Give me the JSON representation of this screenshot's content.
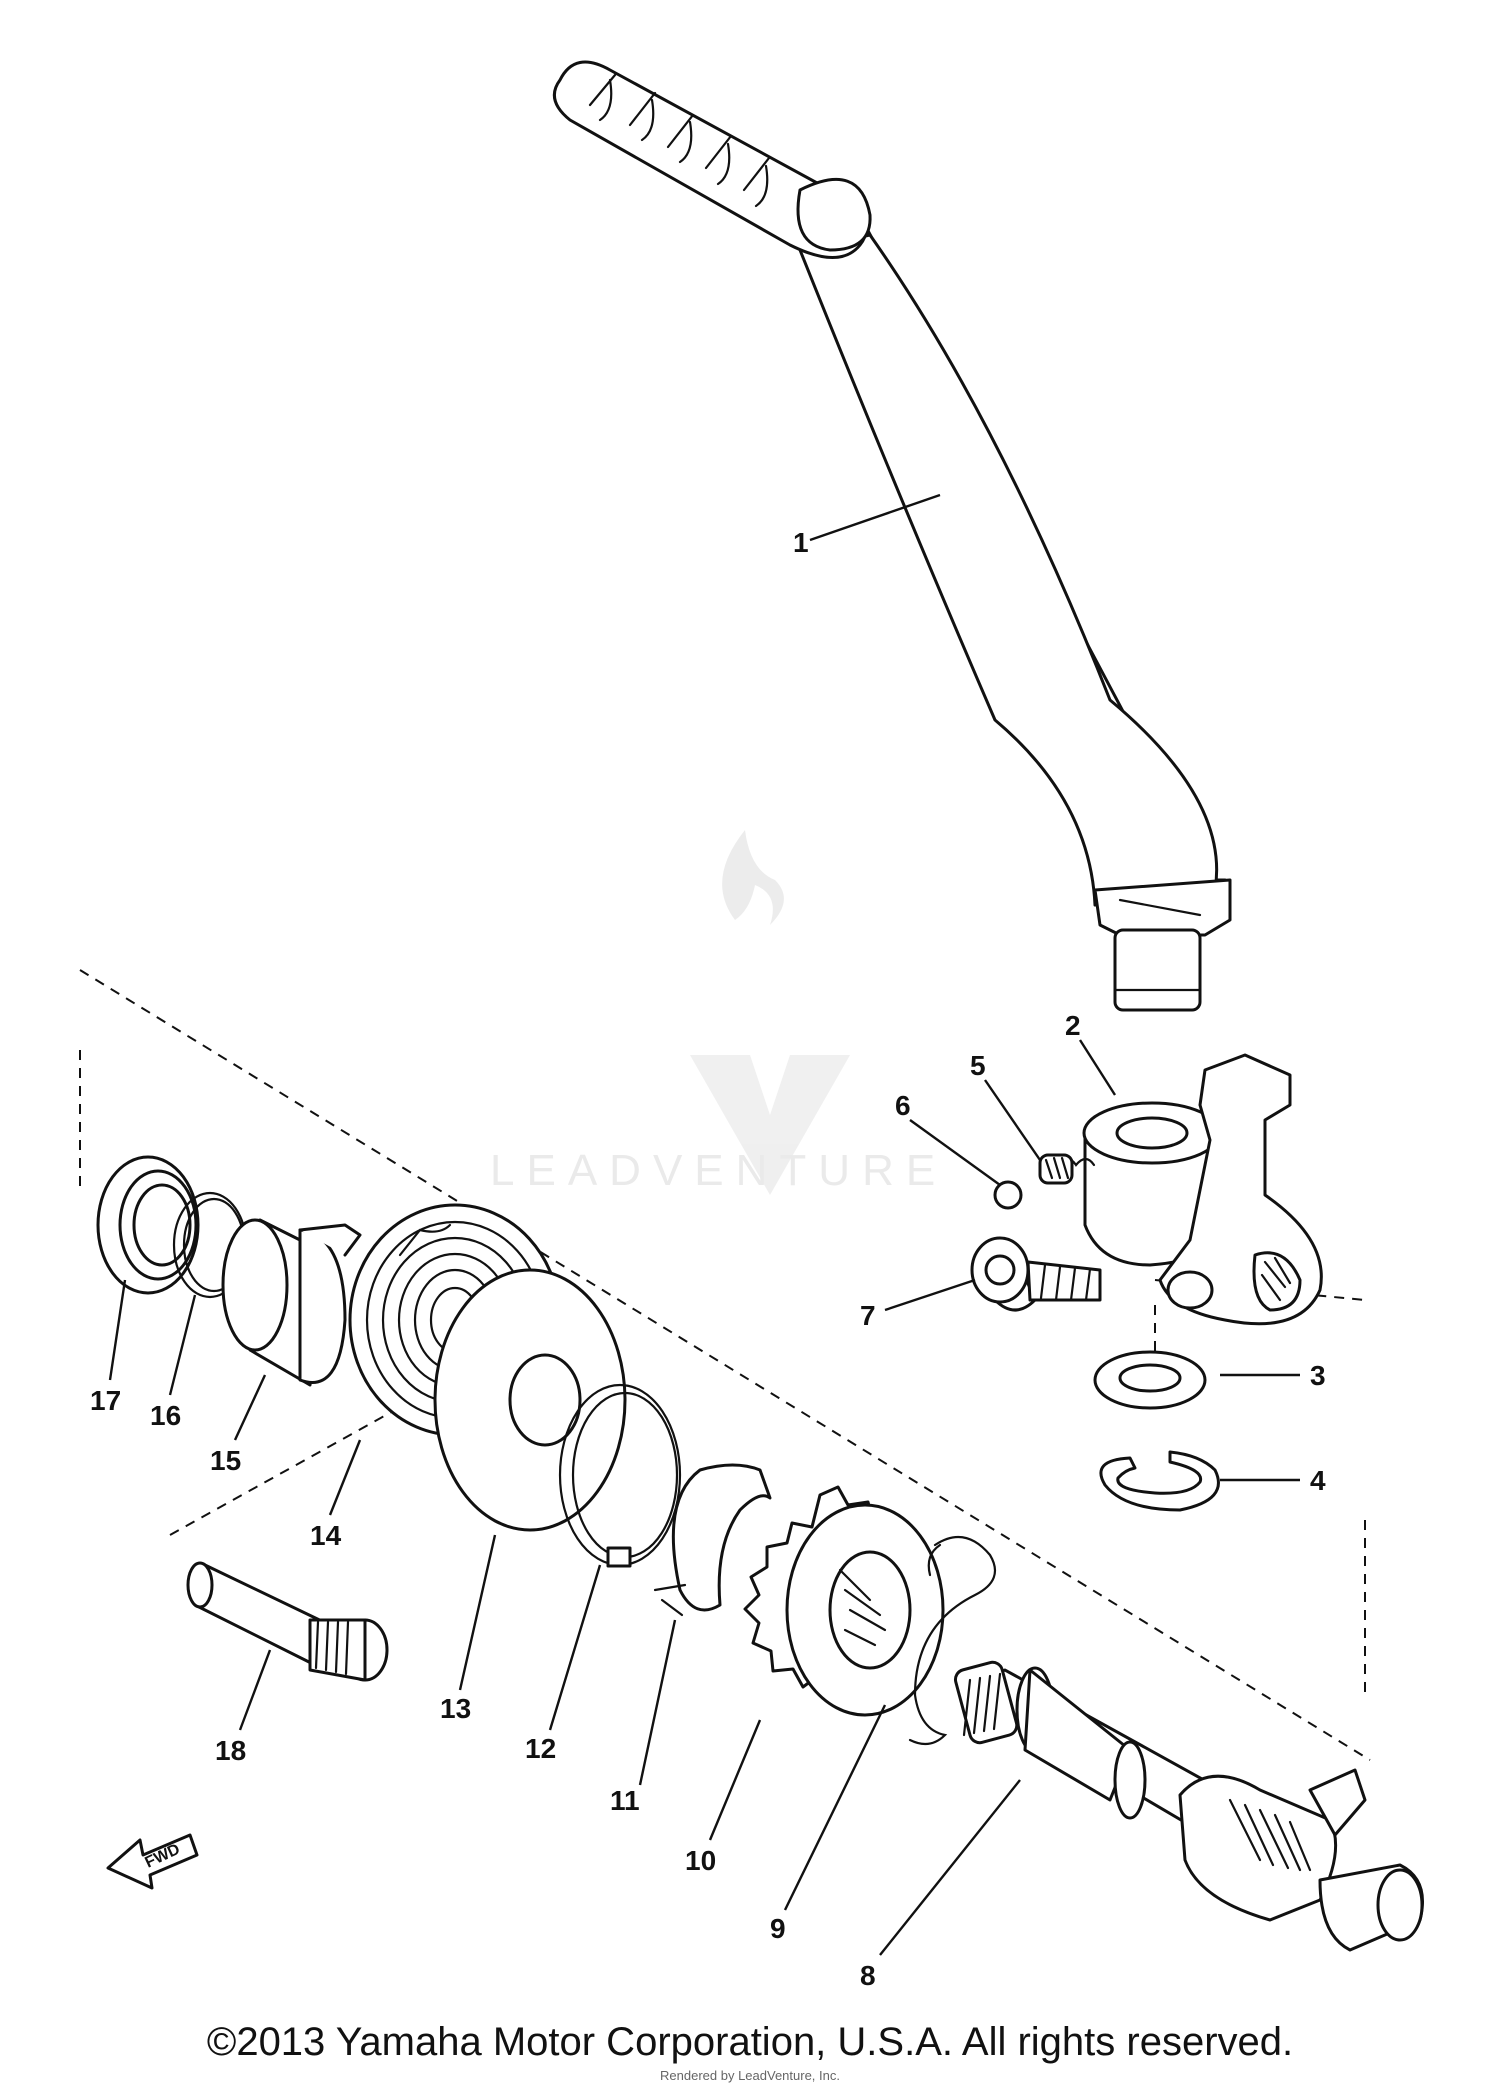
{
  "diagram": {
    "watermark": "LEADVENTURE",
    "fwd_label": "FWD",
    "callouts": [
      {
        "number": "1"
      },
      {
        "number": "2"
      },
      {
        "number": "3"
      },
      {
        "number": "4"
      },
      {
        "number": "5"
      },
      {
        "number": "6"
      },
      {
        "number": "7"
      },
      {
        "number": "8"
      },
      {
        "number": "9"
      },
      {
        "number": "10"
      },
      {
        "number": "11"
      },
      {
        "number": "12"
      },
      {
        "number": "13"
      },
      {
        "number": "14"
      },
      {
        "number": "15"
      },
      {
        "number": "16"
      },
      {
        "number": "17"
      },
      {
        "number": "18"
      }
    ]
  },
  "footer": {
    "copyright": "©2013 Yamaha Motor Corporation, U.S.A. All rights reserved.",
    "sub_credit": "Rendered by LeadVenture, Inc."
  }
}
